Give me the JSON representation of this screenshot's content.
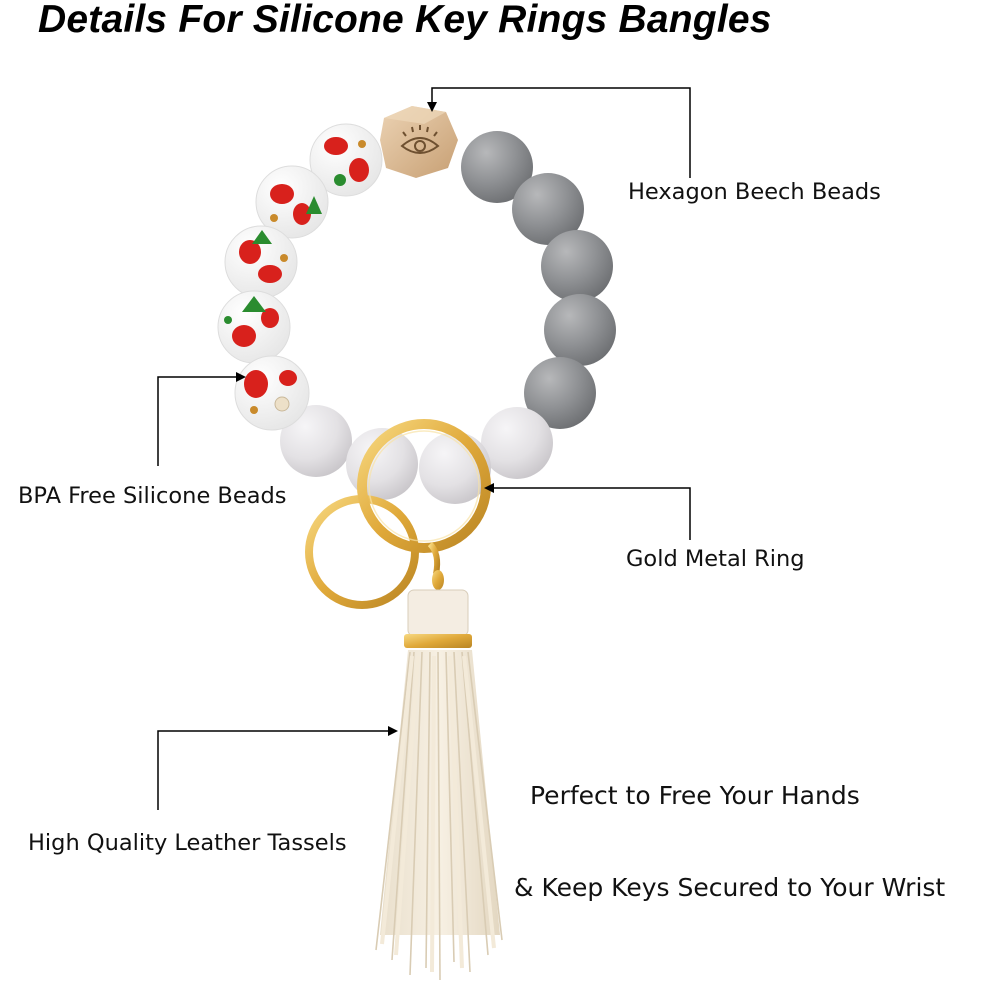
{
  "title": "Details For Silicone Key Rings Bangles",
  "callouts": {
    "hexagon": "Hexagon Beech Beads",
    "silicone": "BPA Free Silicone Beads",
    "ring": "Gold Metal Ring",
    "tassel": "High Quality Leather Tassels"
  },
  "tagline": {
    "line1": "Perfect to Free Your Hands",
    "line2": "& Keep Keys Secured to Your Wrist"
  },
  "colors": {
    "bead_gray": "#8f9194",
    "bead_light": "#e3e1e4",
    "bead_print_red": "#d8211c",
    "bead_print_green": "#2a8c2f",
    "wood": "#d9b994",
    "gold": "#e8b445",
    "tassel": "#f3ead9",
    "leader": "#000000"
  }
}
